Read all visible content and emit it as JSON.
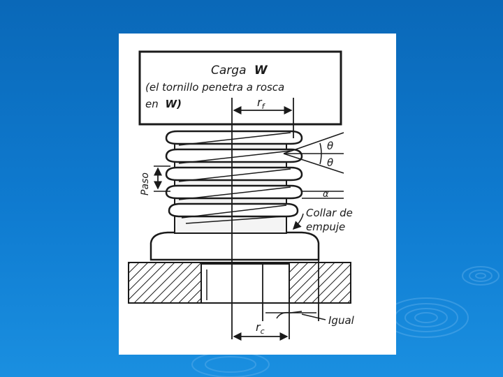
{
  "slide": {
    "background_color": "#0f7bd0",
    "panel_color": "#ffffff",
    "ink_color": "#1a1a1a"
  },
  "diagram": {
    "load_label_line1_prefix": "Carga",
    "load_label_line1_var": "W",
    "load_label_line2": "(el tornillo penetra a rosca",
    "load_label_line3_prefix": "en",
    "load_label_line3_var": "W)",
    "screw_radius_label": "r",
    "screw_radius_sub": "f",
    "pitch_label": "Paso",
    "thread_angle_label_1": "θ",
    "thread_angle_label_2": "θ",
    "lead_angle_label": "α",
    "collar_label_line1": "Collar de",
    "collar_label_line2": "empuje",
    "collar_radius_label": "r",
    "collar_radius_sub": "c",
    "equal_label": "Igual"
  }
}
